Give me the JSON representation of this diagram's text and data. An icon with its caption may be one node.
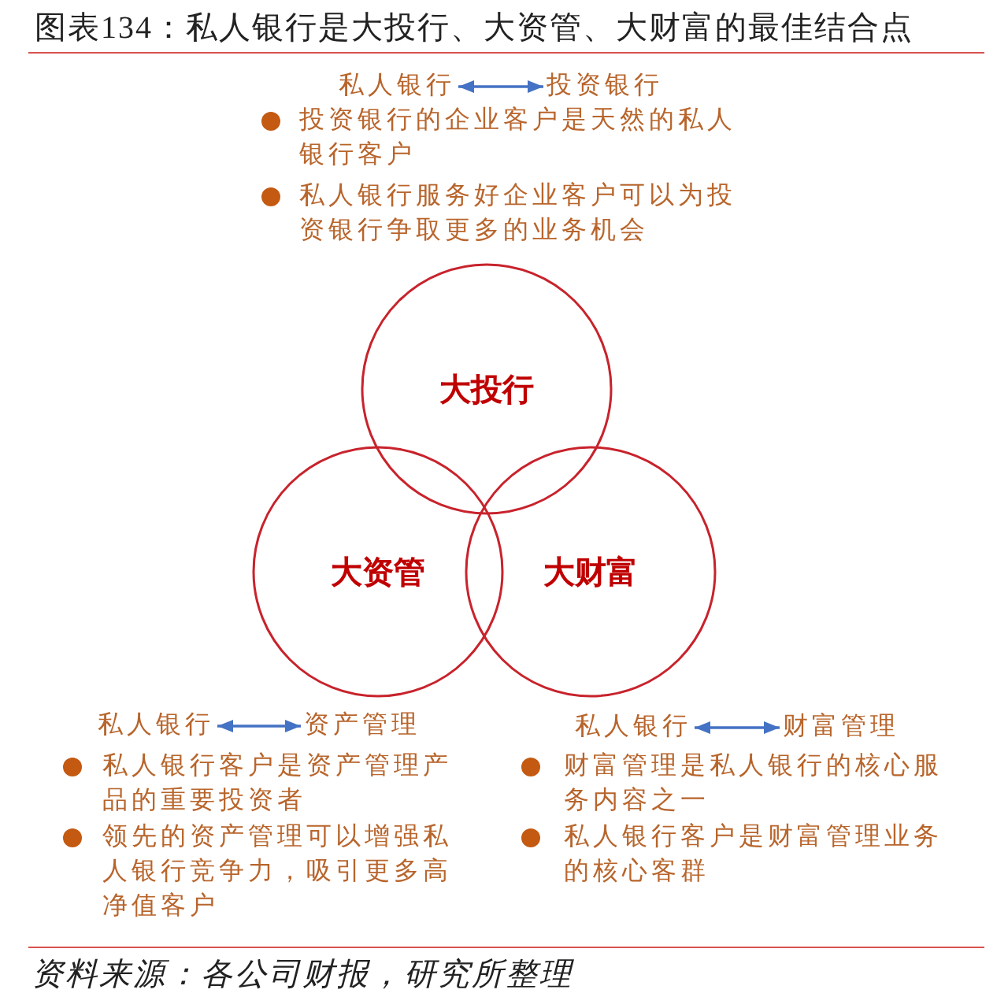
{
  "diagram": {
    "title": "图表134：私人银行是大投行、大资管、大财富的最佳结合点",
    "caption": "资料来源：各公司财报，研究所整理",
    "nodes": [
      {
        "text": [
          "私人银行"
        ]
      },
      {
        "text": [
          "投资银行"
        ]
      },
      {
        "text": [
          "大投行"
        ]
      },
      {
        "text": [
          "大资管"
        ]
      },
      {
        "text": [
          "大财富"
        ]
      },
      {
        "text": [
          "私人银行"
        ]
      },
      {
        "text": [
          "资产管理"
        ]
      },
      {
        "text": [
          "私人银行"
        ]
      },
      {
        "text": [
          "财富管理"
        ]
      }
    ],
    "edges": [
      {
        "from": 0,
        "to": 1,
        "arrow": "both"
      },
      {
        "from": 5,
        "to": 6,
        "arrow": "both"
      },
      {
        "from": 7,
        "to": 8,
        "arrow": "both"
      }
    ],
    "labels": [
      "投资银行的企业客户是天然的私人银行客户",
      "私人银行服务好企业客户可以为投资银行争取更多的业务机会",
      "私人银行客户是资产管理产品的重要投资者",
      "领先的资产管理可以增强私人银行竞争力，吸引更多高净值客户",
      "财富管理是私人银行的核心服务内容之一",
      "私人银行客户是财富管理业务的核心客群"
    ]
  }
}
